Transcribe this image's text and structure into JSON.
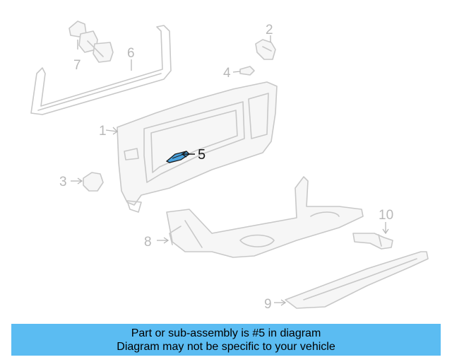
{
  "diagram": {
    "callouts": [
      {
        "id": "1",
        "label": "1"
      },
      {
        "id": "2",
        "label": "2"
      },
      {
        "id": "3",
        "label": "3"
      },
      {
        "id": "4",
        "label": "4"
      },
      {
        "id": "5",
        "label": "5"
      },
      {
        "id": "6",
        "label": "6"
      },
      {
        "id": "7",
        "label": "7"
      },
      {
        "id": "8",
        "label": "8"
      },
      {
        "id": "9",
        "label": "9"
      },
      {
        "id": "10",
        "label": "10"
      }
    ],
    "highlight_part": "5",
    "highlight_color": "#4aa3df",
    "line_color": "#c8c8c8"
  },
  "banner": {
    "line1": "Part or sub-assembly is #5 in diagram",
    "line2": "Diagram may not be specific to your vehicle",
    "background": "#5bbcf2"
  }
}
